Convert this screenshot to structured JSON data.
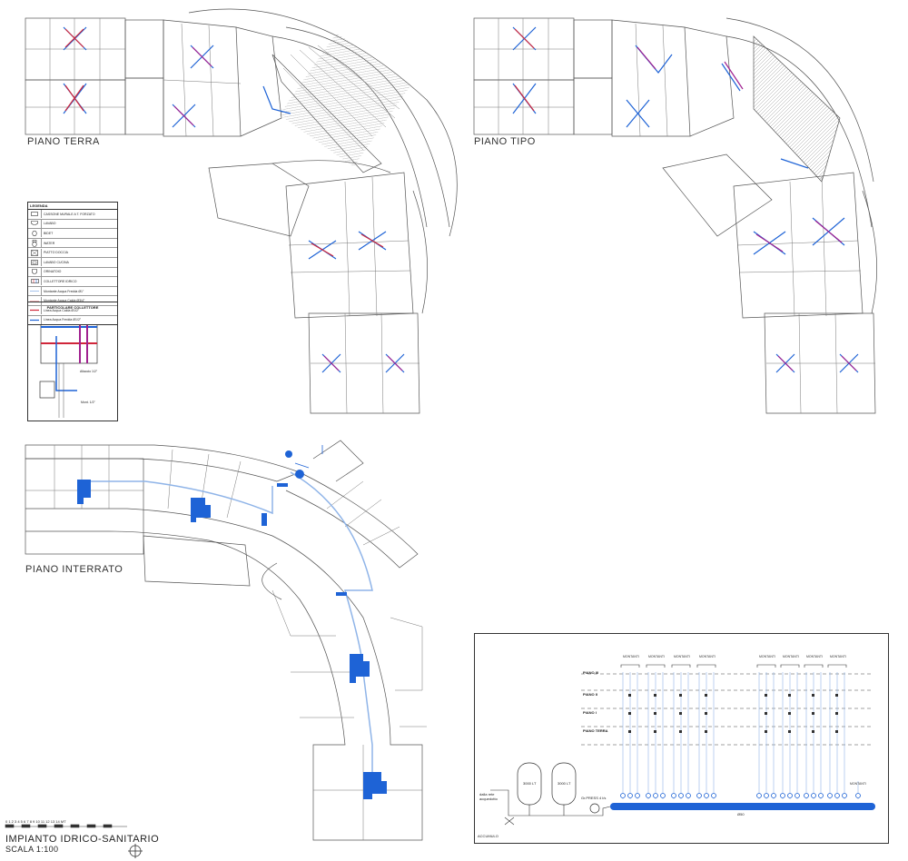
{
  "sheet": {
    "title": "IMPIANTO IDRICO-SANITARIO",
    "scale": "SCALA 1:100",
    "scale_bar_label": "0 1 2 3 4 5 6 7 8 9 10 11 12 13 14 MT"
  },
  "plans": {
    "ground": "PIANO TERRA",
    "typical": "PIANO TIPO",
    "basement": "PIANO INTERRATO"
  },
  "legend": {
    "title": "LEGENDA",
    "items": [
      {
        "label": "CASSONE MURALE A T. FORZATO",
        "icon": "cistern-icon"
      },
      {
        "label": "LAVABO",
        "icon": "washbasin-icon"
      },
      {
        "label": "BIDET",
        "icon": "bidet-icon"
      },
      {
        "label": "WATER",
        "icon": "wc-icon"
      },
      {
        "label": "PIATTO DOCCIA",
        "icon": "shower-tray-icon"
      },
      {
        "label": "LAVABO CUCINA",
        "icon": "kitchen-sink-icon"
      },
      {
        "label": "ORINATOIO",
        "icon": "urinal-icon"
      },
      {
        "label": "COLLETTORE IDRICO",
        "icon": "manifold-icon"
      },
      {
        "label": "Montante Acqua Fredda Ø1\"",
        "icon": "cold-riser-icon"
      },
      {
        "label": "Montante Acqua Calda Ø3/4\"",
        "icon": "hot-riser-icon"
      },
      {
        "label": "Linea Acqua Calda Ø1/2\"",
        "icon": "hot-line-icon"
      },
      {
        "label": "Linea Acqua Fredda Ø1/2\"",
        "icon": "cold-line-icon"
      }
    ]
  },
  "detail": {
    "title": "PARTICOLARE COLLETTORE",
    "note_1": "Mont. 1/2\"",
    "note_2": "Allaccio 1/2\""
  },
  "riser_diagram": {
    "floors": [
      "PIANO III",
      "PIANO II",
      "PIANO I",
      "PIANO TERRA"
    ],
    "accumulo": "ACCUMULO",
    "tank_1": "3000 LT",
    "tank_2": "3000 LT",
    "pump": "Gr.PRESS 4 l/s",
    "main": "Ø50",
    "inlet": "dalla rete acquedotto",
    "colors": {
      "cold": "#1e63d6",
      "hot": "#d0263a",
      "riser": "#8fb4e8"
    }
  }
}
